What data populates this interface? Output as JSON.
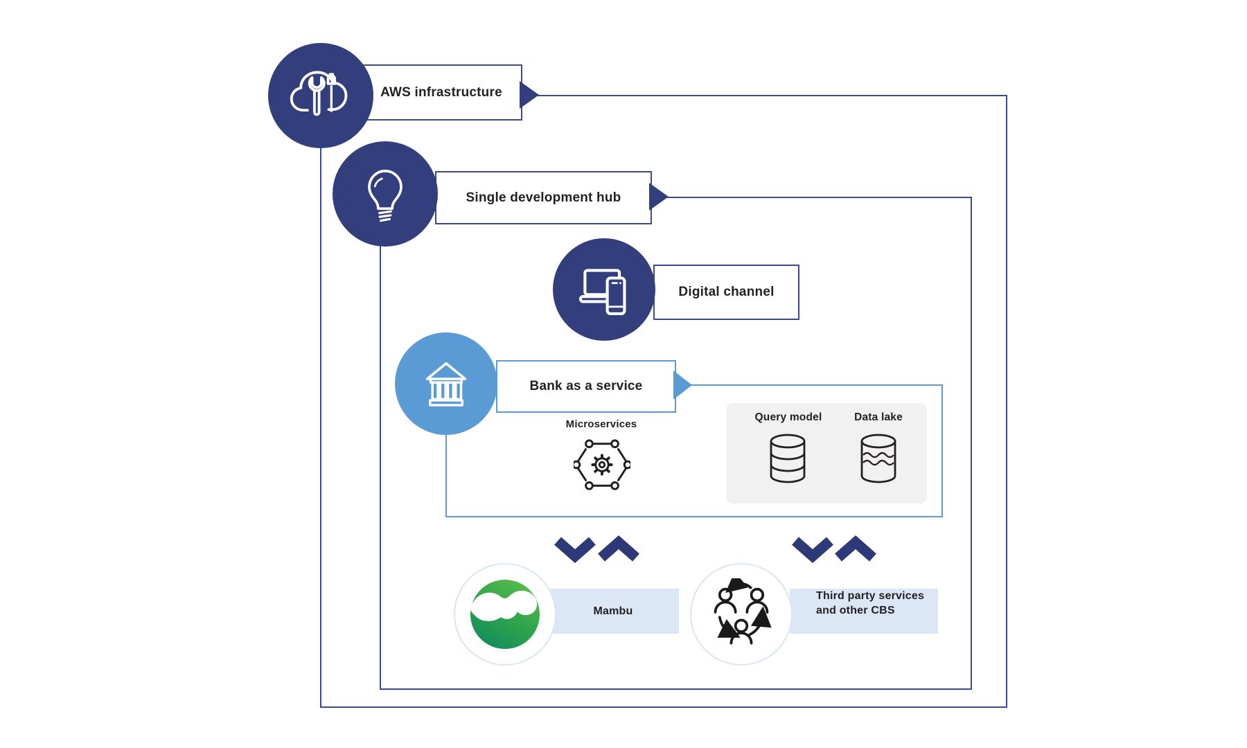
{
  "labels": {
    "aws": "AWS infrastructure",
    "dev_hub": "Single development hub",
    "digital": "Digital channel",
    "baas": "Bank as a service",
    "microservices": "Microservices",
    "query_model": "Query model",
    "data_lake": "Data lake",
    "mambu": "Mambu",
    "third_party_line1": "Third party services",
    "third_party_line2": "and other CBS"
  },
  "icons": [
    "cloud-tools-icon",
    "lightbulb-icon",
    "laptop-phone-icon",
    "bank-icon",
    "microservices-hexagon-gear-icon",
    "database-icon",
    "data-lake-database-icon",
    "chevron-down-icon",
    "chevron-up-icon",
    "mambu-logo",
    "people-exchange-icon"
  ],
  "colors": {
    "navy": "#333e7c",
    "navy_border": "#3a4890",
    "light_blue": "#5b9bd5",
    "strip_blue": "#dbe7f4",
    "gray_panel": "#f1f1f1",
    "chevron": "#2e3a78",
    "text": "#231f20",
    "ring": "#d9e6f3",
    "mambu_green_light": "#57bd4a",
    "mambu_green_mid": "#2aa14e",
    "mambu_green_dark": "#128a5e"
  }
}
